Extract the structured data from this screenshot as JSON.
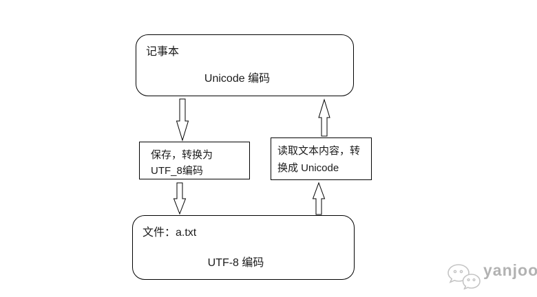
{
  "colors": {
    "background": "#ffffff",
    "line": "#000000",
    "text": "#1a1a1a",
    "watermark_gray": "#b2b2b2",
    "watermark_icon_gray": "#c4c4c4"
  },
  "diagram": {
    "notepad_box": {
      "title": "记事本",
      "encoding": "Unicode 编码"
    },
    "save_box": {
      "line1": "保存，转换为",
      "line2": "UTF_8编码"
    },
    "read_box": {
      "line1": "读取文本内容，转",
      "line2": "换成 Unicode"
    },
    "file_box": {
      "title": "文件：a.txt",
      "encoding": "UTF-8 编码"
    },
    "arrows": [
      {
        "name": "save-down-arrow",
        "direction": "down",
        "from": "notepad_box",
        "to": "save_box"
      },
      {
        "name": "write-file-down-arrow",
        "direction": "down",
        "from": "save_box",
        "to": "file_box"
      },
      {
        "name": "read-file-up-arrow",
        "direction": "up",
        "from": "file_box",
        "to": "read_box"
      },
      {
        "name": "decode-up-arrow",
        "direction": "up",
        "from": "read_box",
        "to": "notepad_box"
      }
    ]
  },
  "watermark": {
    "icon": "wechat-bubbles-icon",
    "text": "yanjoo"
  }
}
